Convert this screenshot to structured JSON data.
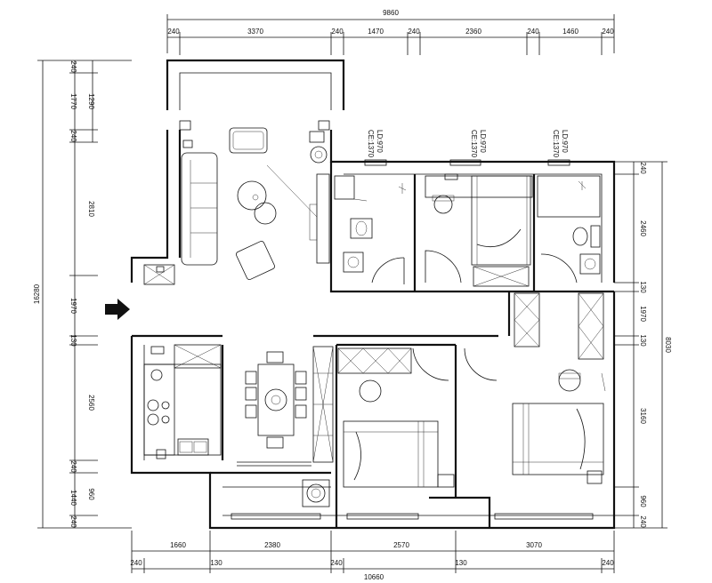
{
  "dims": {
    "top_total": "9860",
    "top": [
      "240",
      "3370",
      "240",
      "1470",
      "240",
      "2360",
      "240",
      "1460",
      "240"
    ],
    "bottom_row1": [
      "1660",
      "2380",
      "2570",
      "3070"
    ],
    "bottom_row2": [
      "240",
      "130",
      "240",
      "10660",
      "130",
      "240"
    ],
    "left_outer": "16280",
    "left": [
      "240",
      "1770",
      "1290",
      "240",
      "2810",
      "1970",
      "130",
      "2560",
      "240",
      "960",
      "1440",
      "240"
    ],
    "right": [
      "240",
      "2460",
      "130",
      "1970",
      "130",
      "3160",
      "960",
      "240"
    ],
    "right_total": "8030"
  },
  "windows": [
    {
      "a": "CE:1370",
      "b": "LD:970"
    },
    {
      "a": "CE:1370",
      "b": "LD:970"
    },
    {
      "a": "CE:1370",
      "b": "LD:970"
    }
  ],
  "entry_arrow": "entry-arrow-icon"
}
